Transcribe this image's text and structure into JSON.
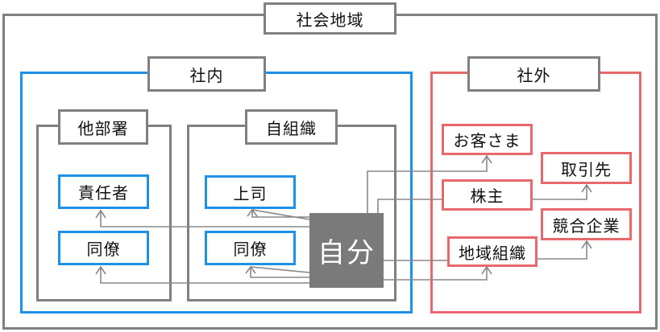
{
  "regions": {
    "society": "社会地域",
    "internal": "社内",
    "external": "社外",
    "other_dept": "他部署",
    "own_org": "自組織"
  },
  "nodes": {
    "self": "自分",
    "responsible": "責任者",
    "colleague_other": "同僚",
    "boss": "上司",
    "colleague_own": "同僚",
    "customer": "お客さま",
    "shareholder": "株主",
    "community_org": "地域組織",
    "supplier": "取引先",
    "competitor": "競合企業"
  },
  "colors": {
    "frame_gray": "#808080",
    "internal_blue": "#1e90e6",
    "external_red": "#e8686c",
    "self_fill": "#7a7a7a",
    "arrow_gray": "#888888"
  }
}
